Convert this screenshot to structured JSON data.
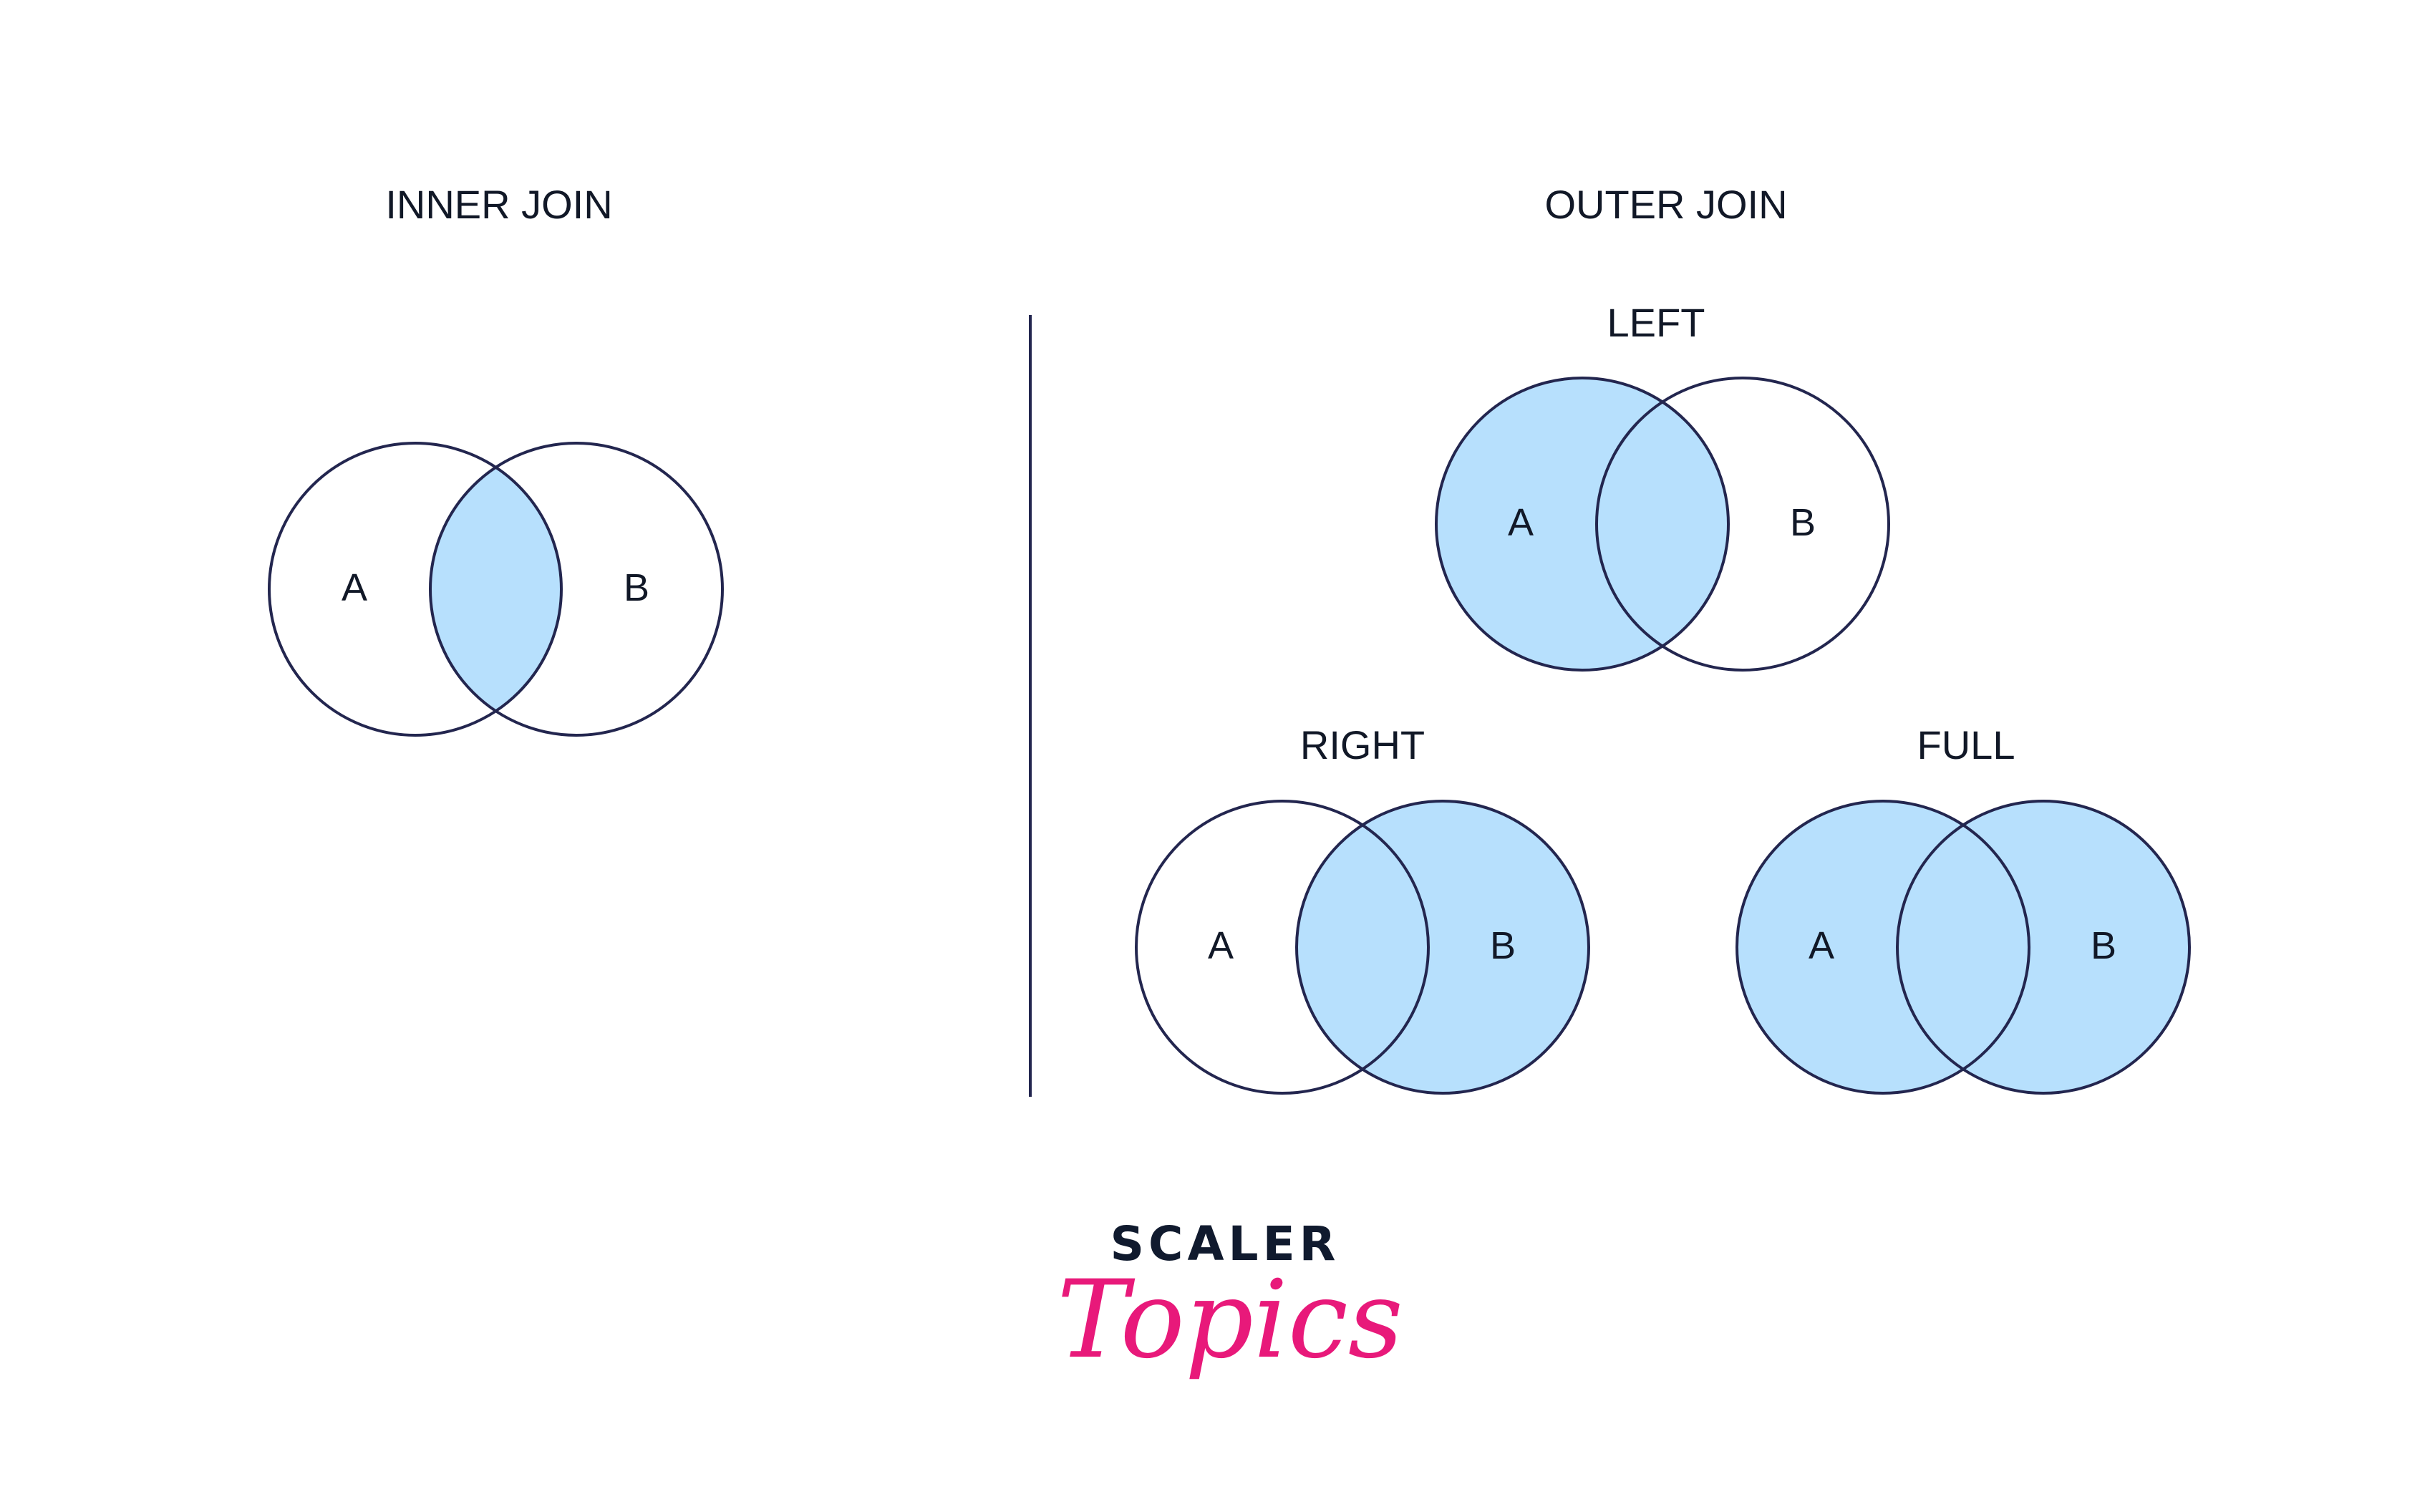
{
  "colors": {
    "stroke": "#23264f",
    "fill": "#b7e0fd",
    "text": "#111827",
    "logo_dark": "#101a2e",
    "logo_pink": "#e8197a"
  },
  "inner": {
    "title": "INNER JOIN",
    "a_label": "A",
    "b_label": "B"
  },
  "outer": {
    "title": "OUTER JOIN",
    "left": {
      "title": "LEFT",
      "a_label": "A",
      "b_label": "B"
    },
    "right": {
      "title": "RIGHT",
      "a_label": "A",
      "b_label": "B"
    },
    "full": {
      "title": "FULL",
      "a_label": "A",
      "b_label": "B"
    }
  },
  "logo": {
    "word": "SCALER",
    "script": "Topics"
  }
}
